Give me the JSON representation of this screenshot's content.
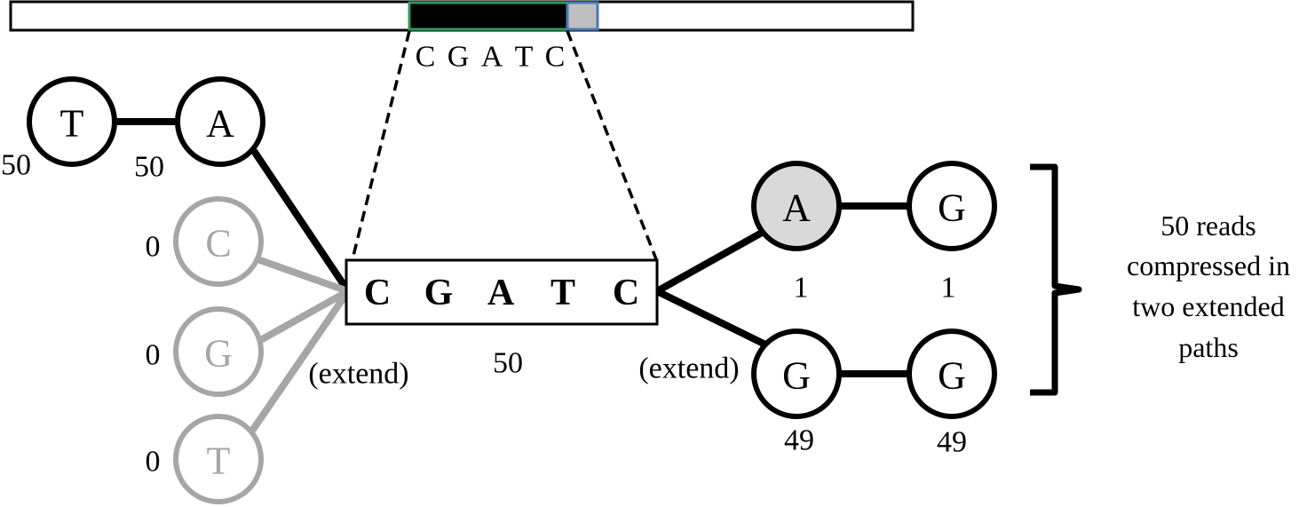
{
  "colors": {
    "stroke": "#000000",
    "faded": "#a6a6a6",
    "highlight_fill": "#d9d9d9",
    "ref_black": "#000000",
    "ref_green_border": "#2e9c5a",
    "ref_grey": "#bfbfbf",
    "ref_blue_border": "#4a7bb7"
  },
  "reference": {
    "sequence": [
      "C",
      "G",
      "A",
      "T",
      "C"
    ]
  },
  "left_nodes": {
    "t": {
      "letter": "T",
      "count": "50"
    },
    "a": {
      "letter": "A",
      "count": "50"
    },
    "c": {
      "letter": "C",
      "count": "0"
    },
    "g": {
      "letter": "G",
      "count": "0"
    },
    "t2": {
      "letter": "T",
      "count": "0"
    }
  },
  "kmer": {
    "letters": [
      "C",
      "G",
      "A",
      "T",
      "C"
    ],
    "count": "50"
  },
  "extend_label_left": "(extend)",
  "extend_label_right": "(extend)",
  "right_nodes": {
    "top_a": {
      "letter": "A",
      "count": "1"
    },
    "top_g": {
      "letter": "G",
      "count": "1"
    },
    "bot_g1": {
      "letter": "G",
      "count": "49"
    },
    "bot_g2": {
      "letter": "G",
      "count": "49"
    }
  },
  "note_lines": [
    "50 reads",
    "compressed in",
    "two extended",
    "paths"
  ]
}
